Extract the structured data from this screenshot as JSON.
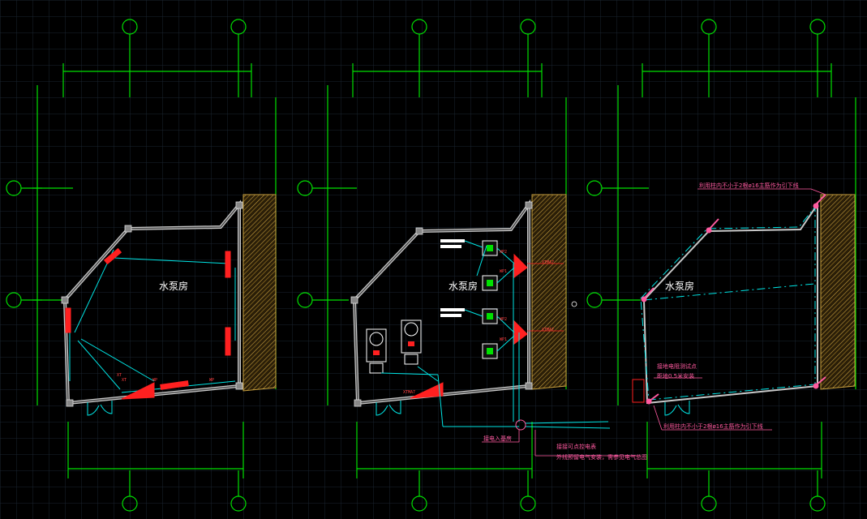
{
  "colors": {
    "background": "#000000",
    "grid": "#1c2630",
    "axis": "#00e000",
    "wall": "#c8c8c8",
    "pipe": "#00e5e5",
    "equipment": "#ff2020",
    "annotation": "#ff5aa0",
    "soil": "#c8a040"
  },
  "plans": [
    {
      "room_label": "水泵房",
      "equipment_labels": [
        "XT",
        "XT",
        "WP",
        "WP"
      ]
    },
    {
      "room_label": "水泵房",
      "equipment_labels": [
        "WP2",
        "WP1",
        "WP2",
        "WP1",
        "XTMA7",
        "XTMA7",
        "XTMA7"
      ],
      "notes": [
        "接电入基房",
        "接接可点控电表",
        "外线预留电气安装，需参见电气总图"
      ]
    },
    {
      "room_label": "水泵房",
      "notes": [
        "利用柱内不小于2根ø16主筋作为引下线",
        "接地电阻测试点",
        "距地0.5米安装",
        "利用柱内不小于2根ø16主筋作为引下线"
      ]
    }
  ]
}
